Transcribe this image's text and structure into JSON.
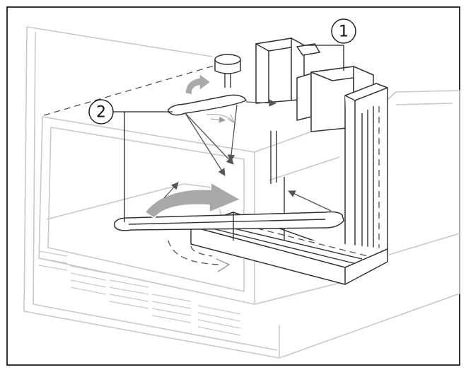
{
  "callouts": [
    {
      "id": "waveguide",
      "label": "1"
    },
    {
      "id": "stirrer",
      "label": "2"
    }
  ],
  "colors": {
    "frame": "#333333",
    "oven_outline": "#c8c8c8",
    "component_ink": "#333333",
    "magnetron_fill": "#b8b8b8",
    "flow_arrow": "#a9a9a9"
  },
  "icons": {
    "rotation_arrow": "curved-arrow-icon",
    "wave_path": "straight-arrow-icon"
  }
}
